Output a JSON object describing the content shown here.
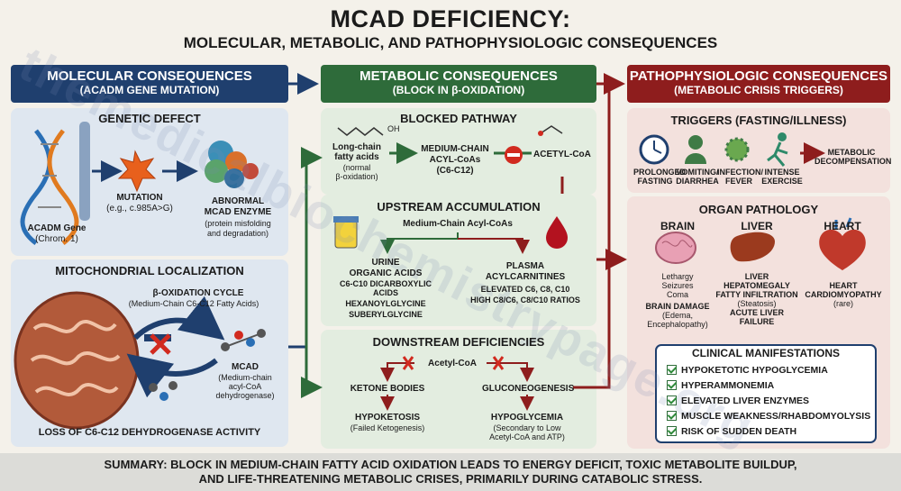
{
  "title": "MCAD DEFICIENCY:",
  "subtitle": "MOLECULAR, METABOLIC, AND PATHOPHYSIOLOGIC CONSEQUENCES",
  "watermark": "themedicalbiochemistrypage.org",
  "colors": {
    "blue": "#1f3f6e",
    "green": "#2e6b3a",
    "red": "#8e1d1d",
    "blue_panel": "#dfe7f0",
    "green_panel": "#e3ede0",
    "red_panel": "#f3e1dd"
  },
  "molecular": {
    "header1": "MOLECULAR CONSEQUENCES",
    "header2": "(ACADM GENE MUTATION)",
    "genetic_defect": {
      "title": "GENETIC DEFECT",
      "gene_label": "ACADM Gene",
      "gene_sub": "(Chrom. 1)",
      "mutation_label": "MUTATION",
      "mutation_sub": "(e.g., c.985A>G)",
      "enzyme_label1": "ABNORMAL",
      "enzyme_label2": "MCAD ENZYME",
      "enzyme_sub1": "(protein misfolding",
      "enzyme_sub2": "and degradation)"
    },
    "mito": {
      "title": "MITOCHONDRIAL LOCALIZATION",
      "cycle_label": "β-OXIDATION CYCLE",
      "cycle_sub": "(Medium-Chain C6-C12 Fatty Acids)",
      "mcad_label": "MCAD",
      "mcad_sub1": "(Medium-chain",
      "mcad_sub2": "acyl-CoA",
      "mcad_sub3": "dehydrogenase)",
      "loss": "LOSS OF C6-C12 DEHYDROGENASE ACTIVITY"
    }
  },
  "metabolic": {
    "header1": "METABOLIC CONSEQUENCES",
    "header2": "(BLOCK IN β-OXIDATION)",
    "blocked": {
      "title": "BLOCKED PATHWAY",
      "lcfa1": "Long-chain",
      "lcfa2": "fatty acids",
      "lcfa3": "(normal",
      "lcfa4": "β-oxidation)",
      "mc1": "MEDIUM-CHAIN",
      "mc2": "ACYL-CoAs",
      "mc3": "(C6-C12)",
      "acetyl": "ACETYL-CoA",
      "oh": "OH"
    },
    "upstream": {
      "title": "UPSTREAM ACCUMULATION",
      "sub": "Medium-Chain Acyl-CoAs",
      "urine": [
        "URINE",
        "ORGANIC ACIDS",
        "C6-C10 DICARBOXYLIC ACIDS",
        "HEXANOYLGLYCINE",
        "SUBERYLGLYCINE"
      ],
      "plasma": [
        "PLASMA",
        "ACYLCARNITINES",
        "ELEVATED C6, C8, C10",
        "HIGH C8/C6, C8/C10 RATIOS"
      ]
    },
    "downstream": {
      "title": "DOWNSTREAM DEFICIENCIES",
      "acetyl": "Acetyl-CoA",
      "ketone": "KETONE BODIES",
      "gluco": "GLUCONEOGENESIS",
      "hypoketosis": "HYPOKETOSIS",
      "hypoketosis_sub": "(Failed Ketogenesis)",
      "hypoglycemia": "HYPOGLYCEMIA",
      "hypoglycemia_sub1": "(Secondary to Low",
      "hypoglycemia_sub2": "Acetyl-CoA and ATP)"
    }
  },
  "patho": {
    "header1": "PATHOPHYSIOLOGIC CONSEQUENCES",
    "header2": "(METABOLIC CRISIS TRIGGERS)",
    "triggers": {
      "title": "TRIGGERS (FASTING/ILLNESS)",
      "items": [
        {
          "l1": "PROLONGED",
          "l2": "FASTING",
          "icon": "clock-icon"
        },
        {
          "l1": "VOMITING/",
          "l2": "DIARRHEA",
          "icon": "sick-person-icon"
        },
        {
          "l1": "INFECTION/",
          "l2": "FEVER",
          "icon": "virus-icon"
        },
        {
          "l1": "INTENSE",
          "l2": "EXERCISE",
          "icon": "runner-icon"
        }
      ],
      "result1": "METABOLIC",
      "result2": "DECOMPENSATION"
    },
    "organ": {
      "title": "ORGAN PATHOLOGY",
      "brain": {
        "name": "BRAIN",
        "lines": [
          "Lethargy",
          "Seizures",
          "Coma"
        ],
        "damage1": "BRAIN DAMAGE",
        "damage2": "(Edema,",
        "damage3": "Encephalopathy)"
      },
      "liver": {
        "name": "LIVER",
        "lines": [
          "LIVER",
          "HEPATOMEGALY",
          "FATTY INFILTRATION",
          "(Steatosis)",
          "ACUTE LIVER FAILURE"
        ]
      },
      "heart": {
        "name": "HEART",
        "lines": [
          "HEART",
          "CARDIOMYOPATHY",
          "(rare)"
        ]
      }
    },
    "clinical": {
      "title": "CLINICAL MANIFESTATIONS",
      "items": [
        "HYPOKETOTIC HYPOGLYCEMIA",
        "HYPERAMMONEMIA",
        "ELEVATED LIVER ENZYMES",
        "MUSCLE WEAKNESS/RHABDOMYOLYSIS",
        "RISK OF SUDDEN DEATH"
      ]
    }
  },
  "summary1": "SUMMARY: BLOCK IN MEDIUM-CHAIN FATTY ACID OXIDATION LEADS TO ENERGY DEFICIT, TOXIC METABOLITE BUILDUP,",
  "summary2": "AND LIFE-THREATENING METABOLIC CRISES, PRIMARILY DURING CATABOLIC STRESS."
}
